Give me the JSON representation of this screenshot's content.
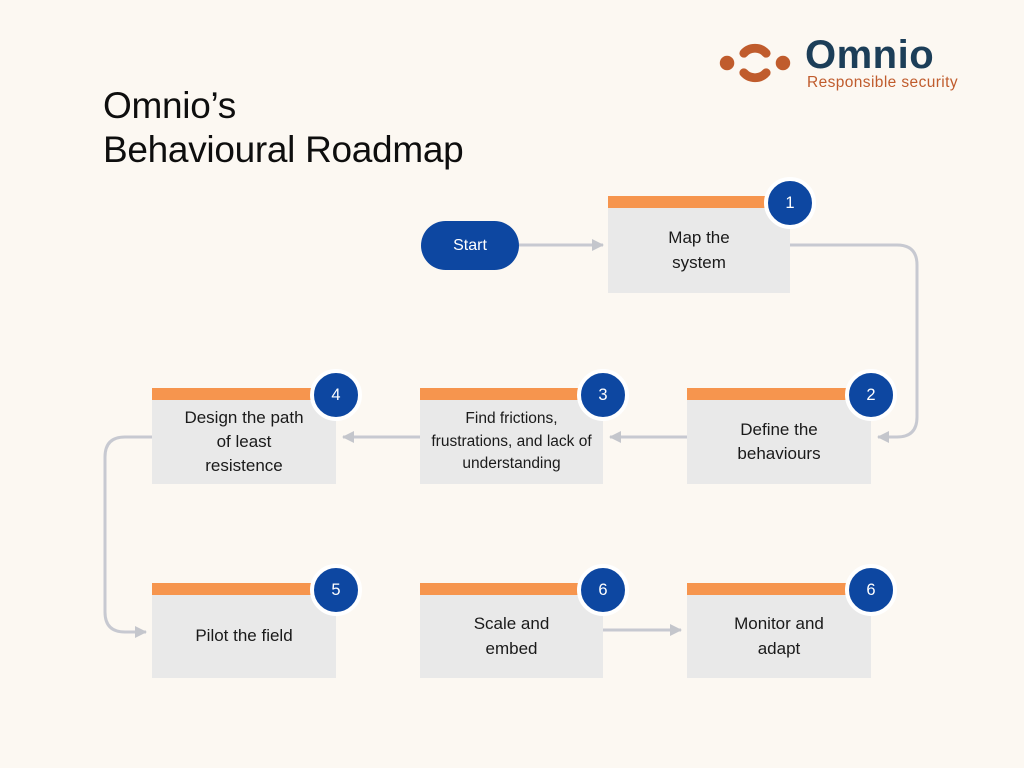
{
  "page": {
    "background": "#fcf8f2"
  },
  "logo": {
    "brand": "Omnio",
    "tagline": "Responsible security",
    "icon": "omnio-mark-icon",
    "brand_color": "#1c3e58",
    "accent_color": "#c05c2d"
  },
  "title": {
    "line1": "Omnio’s",
    "line2": "Behavioural Roadmap"
  },
  "flow": {
    "start_label": "Start",
    "steps": [
      {
        "number": "1",
        "label": "Map the system"
      },
      {
        "number": "2",
        "label": "Define the behaviours"
      },
      {
        "number": "3",
        "label": "Find frictions, frustrations, and lack of understanding"
      },
      {
        "number": "4",
        "label": "Design the path of least resistence"
      },
      {
        "number": "5",
        "label": "Pilot the field"
      },
      {
        "number": "6",
        "label": "Scale and embed"
      },
      {
        "number": "6",
        "label": "Monitor and adapt"
      }
    ],
    "colors": {
      "step_background": "#e9e9e9",
      "step_bar": "#f6954e",
      "badge_blue": "#0d47a1",
      "start_pill_blue": "#0d47a1",
      "connector_gray": "#c7c9d1"
    }
  }
}
